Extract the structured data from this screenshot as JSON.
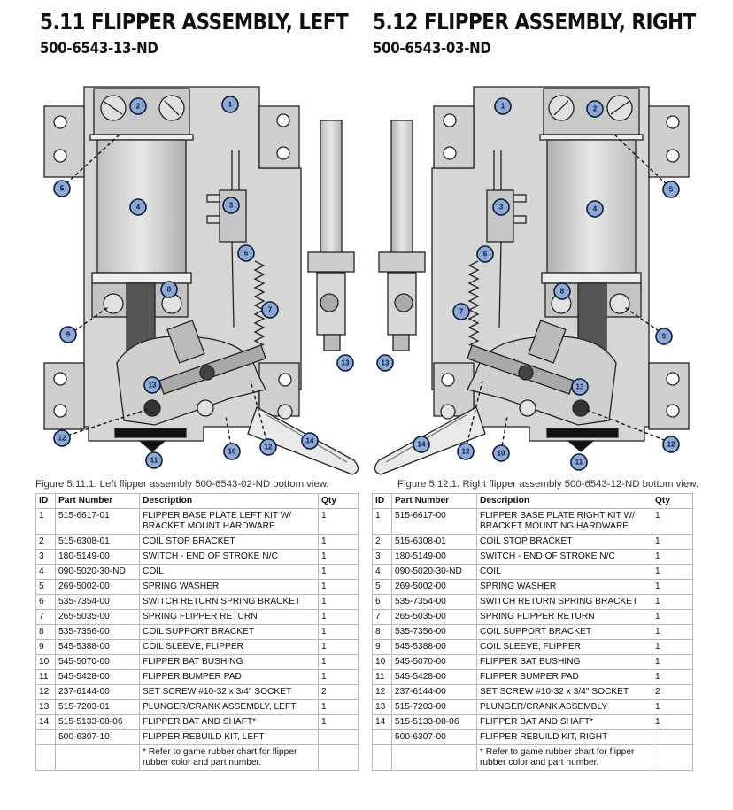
{
  "left": {
    "title": "5.11 FLIPPER ASSEMBLY, LEFT",
    "part_number": "500-6543-13-ND",
    "caption": "Figure 5.11.1. Left flipper assembly 500-6543-02-ND bottom view.",
    "columns": [
      "ID",
      "Part Number",
      "Description",
      "Qty"
    ],
    "rows": [
      {
        "id": "1",
        "pn": "515-6617-01",
        "desc": "FLIPPER BASE PLATE LEFT KIT W/ BRACKET MOUNT HARDWARE",
        "qty": "1"
      },
      {
        "id": "2",
        "pn": "515-6308-01",
        "desc": "COIL STOP BRACKET",
        "qty": "1"
      },
      {
        "id": "3",
        "pn": "180-5149-00",
        "desc": "SWITCH - END OF STROKE N/C",
        "qty": "1"
      },
      {
        "id": "4",
        "pn": "090-5020-30-ND",
        "desc": "COIL",
        "qty": "1"
      },
      {
        "id": "5",
        "pn": "269-5002-00",
        "desc": "SPRING WASHER",
        "qty": "1"
      },
      {
        "id": "6",
        "pn": "535-7354-00",
        "desc": "SWITCH RETURN SPRING BRACKET",
        "qty": "1"
      },
      {
        "id": "7",
        "pn": "265-5035-00",
        "desc": "SPRING FLIPPER RETURN",
        "qty": "1"
      },
      {
        "id": "8",
        "pn": "535-7356-00",
        "desc": "COIL SUPPORT BRACKET",
        "qty": "1"
      },
      {
        "id": "9",
        "pn": "545-5388-00",
        "desc": "COIL SLEEVE, FLIPPER",
        "qty": "1"
      },
      {
        "id": "10",
        "pn": "545-5070-00",
        "desc": "FLIPPER BAT BUSHING",
        "qty": "1"
      },
      {
        "id": "11",
        "pn": "545-5428-00",
        "desc": "FLIPPER BUMPER PAD",
        "qty": "1"
      },
      {
        "id": "12",
        "pn": "237-6144-00",
        "desc": "SET SCREW #10-32 x 3/4\" SOCKET",
        "qty": "2"
      },
      {
        "id": "13",
        "pn": "515-7203-01",
        "desc": "PLUNGER/CRANK ASSEMBLY, LEFT",
        "qty": "1"
      },
      {
        "id": "14",
        "pn": "515-5133-08-06",
        "desc": "FLIPPER BAT AND SHAFT*",
        "qty": "1"
      },
      {
        "id": "",
        "pn": "500-6307-10",
        "desc": "FLIPPER REBUILD KIT, LEFT",
        "qty": ""
      },
      {
        "id": "",
        "pn": "",
        "desc": "* Refer to game rubber chart for flipper rubber color and part number.",
        "qty": ""
      }
    ]
  },
  "right": {
    "title": "5.12 FLIPPER ASSEMBLY, RIGHT",
    "part_number": "500-6543-03-ND",
    "caption": "Figure 5.12.1. Right flipper assembly 500-6543-12-ND bottom view.",
    "columns": [
      "ID",
      "Part Number",
      "Description",
      "Qty"
    ],
    "rows": [
      {
        "id": "1",
        "pn": "515-6617-00",
        "desc": "FLIPPER BASE PLATE RIGHT KIT W/ BRACKET MOUNTING HARDWARE",
        "qty": "1"
      },
      {
        "id": "2",
        "pn": "515-6308-01",
        "desc": "COIL STOP BRACKET",
        "qty": "1"
      },
      {
        "id": "3",
        "pn": "180-5149-00",
        "desc": "SWITCH - END OF STROKE N/C",
        "qty": "1"
      },
      {
        "id": "4",
        "pn": "090-5020-30-ND",
        "desc": "COIL",
        "qty": "1"
      },
      {
        "id": "5",
        "pn": "269-5002-00",
        "desc": "SPRING WASHER",
        "qty": "1"
      },
      {
        "id": "6",
        "pn": "535-7354-00",
        "desc": "SWITCH RETURN SPRING BRACKET",
        "qty": "1"
      },
      {
        "id": "7",
        "pn": "265-5035-00",
        "desc": "SPRING FLIPPER RETURN",
        "qty": "1"
      },
      {
        "id": "8",
        "pn": "535-7356-00",
        "desc": "COIL SUPPORT BRACKET",
        "qty": "1"
      },
      {
        "id": "9",
        "pn": "545-5388-00",
        "desc": "COIL SLEEVE, FLIPPER",
        "qty": "1"
      },
      {
        "id": "10",
        "pn": "545-5070-00",
        "desc": "FLIPPER BAT BUSHING",
        "qty": "1"
      },
      {
        "id": "11",
        "pn": "545-5428-00",
        "desc": "FLIPPER BUMPER PAD",
        "qty": "1"
      },
      {
        "id": "12",
        "pn": "237-6144-00",
        "desc": "SET SCREW #10-32 x 3/4\" SOCKET",
        "qty": "2"
      },
      {
        "id": "13",
        "pn": "515-7203-00",
        "desc": "PLUNGER/CRANK ASSEMBLY",
        "qty": "1"
      },
      {
        "id": "14",
        "pn": "515-5133-08-06",
        "desc": "FLIPPER BAT AND SHAFT*",
        "qty": "1"
      },
      {
        "id": "",
        "pn": "500-6307-00",
        "desc": "FLIPPER REBUILD KIT, RIGHT",
        "qty": ""
      },
      {
        "id": "",
        "pn": "",
        "desc": "* Refer to game rubber chart for flipper rubber color and part number.",
        "qty": ""
      }
    ]
  },
  "callouts": {
    "c1": "1",
    "c2": "2",
    "c3": "3",
    "c4": "4",
    "c5": "5",
    "c6": "6",
    "c7": "7",
    "c8": "8",
    "c9": "9",
    "c10": "10",
    "c11": "11",
    "c12": "12",
    "c13": "13",
    "c14": "14"
  },
  "colors": {
    "callout_fill": "#8ea9d6",
    "callout_stroke": "#0b1b3a",
    "metal": "#d0d0d0",
    "line": "#222222"
  }
}
